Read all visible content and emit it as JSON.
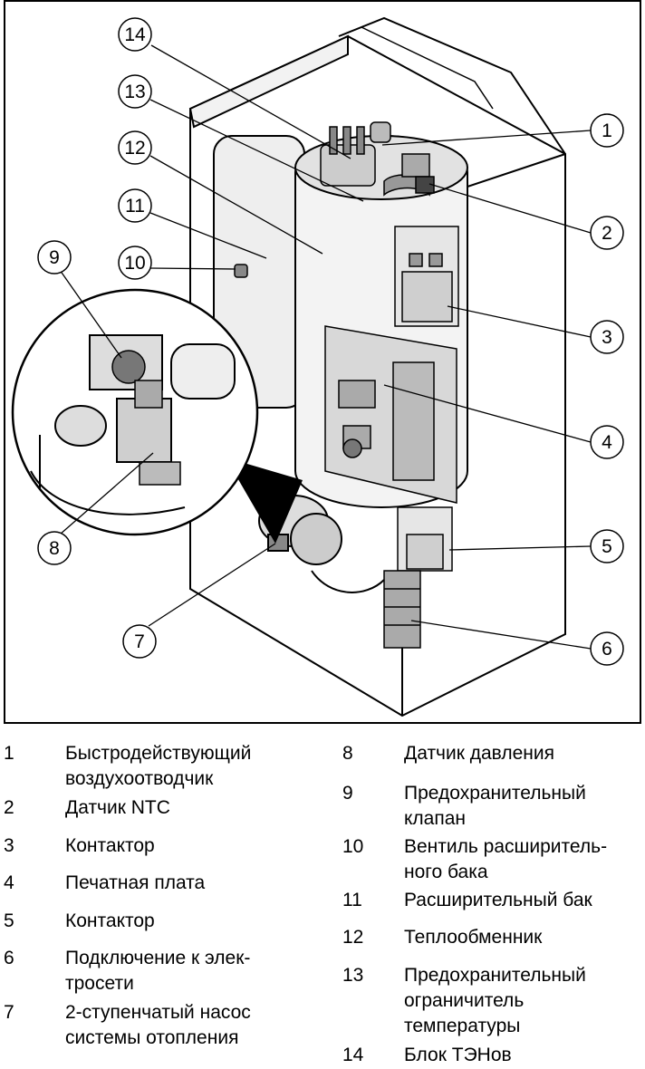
{
  "callouts": [
    "1",
    "2",
    "3",
    "4",
    "5",
    "6",
    "7",
    "8",
    "9",
    "10",
    "11",
    "12",
    "13",
    "14"
  ],
  "legend": [
    {
      "num": "1",
      "text": "Быстродействующий воздухоотводчик"
    },
    {
      "num": "2",
      "text": "Датчик NTC"
    },
    {
      "num": "3",
      "text": "Контактор"
    },
    {
      "num": "4",
      "text": "Печатная плата"
    },
    {
      "num": "5",
      "text": "Контактор"
    },
    {
      "num": "6",
      "text": "Подключение к элек-тросети"
    },
    {
      "num": "7",
      "text": "2-ступенчатый насос системы отопления"
    },
    {
      "num": "8",
      "text": "Датчик давления"
    },
    {
      "num": "9",
      "text": "Предохранительный клапан"
    },
    {
      "num": "10",
      "text": "Вентиль расширитель-ного бака"
    },
    {
      "num": "11",
      "text": "Расширительный бак"
    },
    {
      "num": "12",
      "text": "Теплообменник"
    },
    {
      "num": "13",
      "text": "Предохранительный ограничитель температуры"
    },
    {
      "num": "14",
      "text": "Блок ТЭНов"
    }
  ]
}
